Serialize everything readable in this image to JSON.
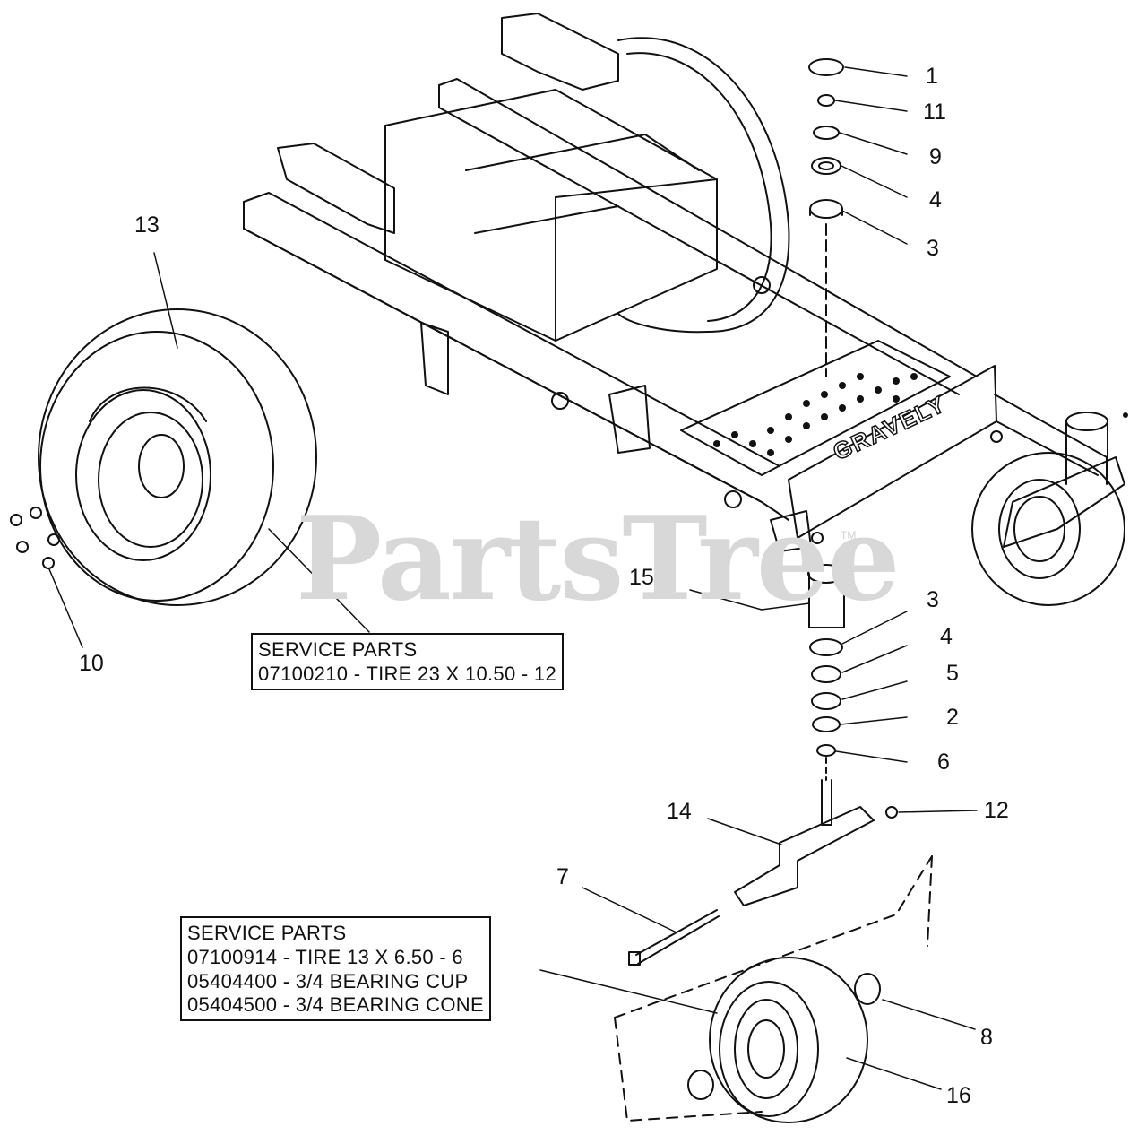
{
  "watermark": {
    "text": "PartsTree",
    "mark": "TM"
  },
  "brand_label": "GRAVELY",
  "callouts": {
    "c1": "1",
    "c11": "11",
    "c9": "9",
    "c4a": "4",
    "c3a": "3",
    "c13": "13",
    "c10": "10",
    "c15": "15",
    "c3b": "3",
    "c4b": "4",
    "c5": "5",
    "c2": "2",
    "c6": "6",
    "c12": "12",
    "c14": "14",
    "c7": "7",
    "c8": "8",
    "c16": "16"
  },
  "service_box_rear": {
    "title": "SERVICE PARTS",
    "lines": [
      "07100210 - TIRE 23 X 10.50 - 12"
    ]
  },
  "service_box_front": {
    "title": "SERVICE PARTS",
    "lines": [
      "07100914 - TIRE 13 X 6.50 - 6",
      "05404400 - 3/4 BEARING CUP",
      "05404500 - 3/4 BEARING CONE"
    ]
  }
}
